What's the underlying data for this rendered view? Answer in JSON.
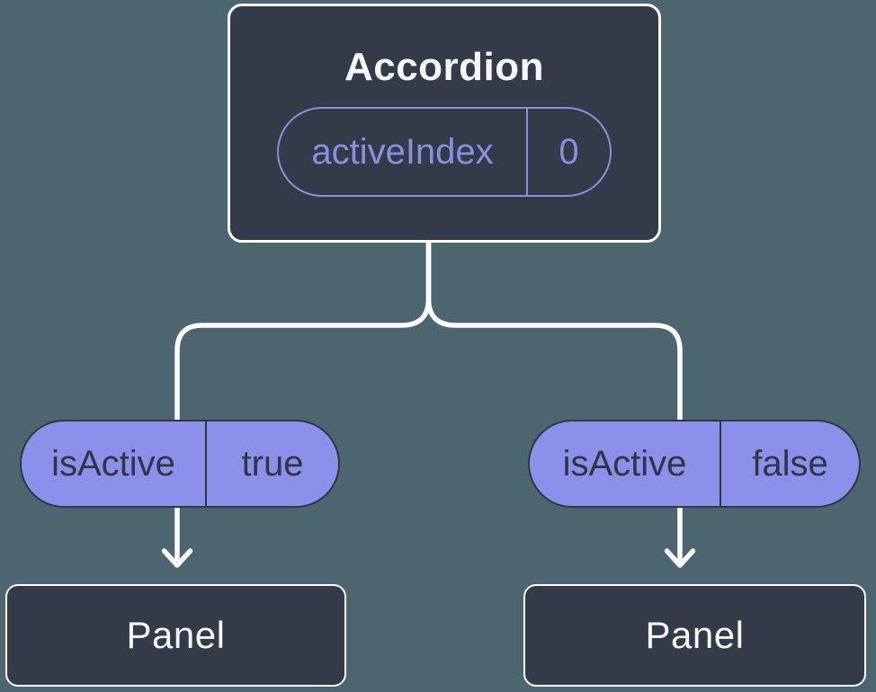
{
  "diagram": {
    "type": "component-tree",
    "root": {
      "title": "Accordion",
      "state_pill": {
        "label": "activeIndex",
        "value": "0"
      }
    },
    "branches": [
      {
        "prop_pill": {
          "label": "isActive",
          "value": "true"
        },
        "panel": {
          "title": "Panel"
        }
      },
      {
        "prop_pill": {
          "label": "isActive",
          "value": "false"
        },
        "panel": {
          "title": "Panel"
        }
      }
    ],
    "colors": {
      "background": "#4c6670",
      "node_fill": "#343b48",
      "node_border": "#ffffff",
      "pill_fill": "#8b90ea",
      "pill_outline": "#8a8fe0",
      "pill_dark_text": "#2f3644",
      "node_text": "#f6f7f9",
      "connector": "#ffffff"
    }
  }
}
